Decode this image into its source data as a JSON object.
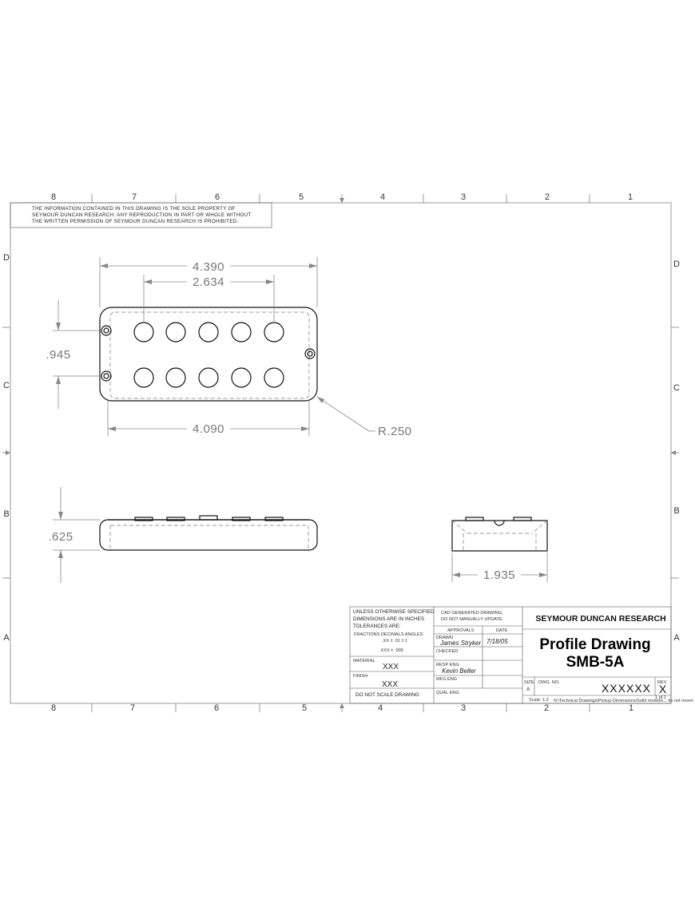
{
  "border": {
    "columns": [
      "8",
      "7",
      "6",
      "5",
      "4",
      "3",
      "2",
      "1"
    ],
    "rows": [
      "D",
      "C",
      "B",
      "A"
    ]
  },
  "notice": [
    "THE INFORMATION CONTAINED IN THIS DRAWING IS THE SOLE PROPERTY OF",
    "SEYMOUR DUNCAN RESEARCH. ANY REPRODUCTION IN PART OR WHOLE WITHOUT",
    "THE WRITTEN PERMISSION OF SEYMOUR DUNCAN RESEARCH IS PROHIBITED."
  ],
  "dimensions": {
    "overall_length": "4.390",
    "pole_spacing": "2.634",
    "width": ".945",
    "inner_length": "4.090",
    "corner_radius": "R.250",
    "height": ".625",
    "side_width": "1.935"
  },
  "title_block": {
    "tolerances": [
      "UNLESS OTHERWISE SPECIFIED",
      "DIMENSIONS ARE IN INCHES",
      "TOLERANCES ARE:"
    ],
    "tol_header": "FRACTIONS  DECIMALS  ANGLES",
    "tol_row1": ".XX ±  .01     ± 1",
    "tol_row2": ".XXX ±  .005",
    "cad_note": [
      "CAD GENERATED DRAWING,",
      "DO NOT MANUALLY UPDATE"
    ],
    "approvals": "APPROVALS",
    "date_label": "DATE",
    "drawn_label": "DRAWN",
    "drawn_by": "James Stryker",
    "drawn_date": "7/18/05",
    "checked_label": "CHECKED",
    "material_label": "MATERIAL",
    "material": "XXX",
    "finish_label": "FINISH",
    "finish": "XXX",
    "resp_eng_label": "RESP ENG",
    "resp_eng": "Kevin Beller",
    "mfg_eng_label": "MFG ENG",
    "qual_eng_label": "QUAL ENG",
    "do_not_scale": "DO NOT SCALE DRAWING",
    "company": "SEYMOUR DUNCAN RESEARCH",
    "title_line1": "Profile Drawing",
    "title_line2": "SMB-5A",
    "size_label": "SIZE",
    "size": "A",
    "dwg_no_label": "DWG.  NO.",
    "dwg_no": "XXXXXX",
    "rev_label": "REV",
    "rev": "X",
    "scale": "Scale: 1:2",
    "path": "N:\\Technical Drawings\\Pickup Dimensions\\Solid models\\... do not move\\",
    "sheet": "1 of 1"
  }
}
